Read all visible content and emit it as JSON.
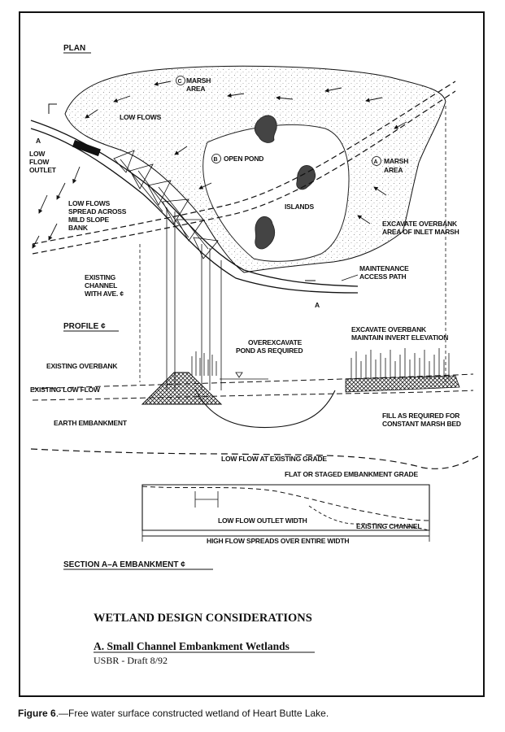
{
  "plan": {
    "heading": "PLAN",
    "marsh_c": "MARSH",
    "marsh_c_area": "AREA",
    "marsh_c_letter": "C",
    "low_flows": "LOW FLOWS",
    "open_pond": "OPEN POND",
    "open_pond_letter": "B",
    "marsh_a": "MARSH",
    "marsh_a_area": "AREA",
    "marsh_a_letter": "A",
    "islands": "ISLANDS",
    "low_flow_outlet": [
      "LOW",
      "FLOW",
      "OUTLET"
    ],
    "section_mark": "A",
    "low_flows_spread": [
      "LOW FLOWS",
      "SPREAD ACROSS",
      "MILD SLOPE",
      "BANK"
    ],
    "excavate_inlet": [
      "EXCAVATE OVERBANK",
      "AREA OF INLET MARSH"
    ],
    "existing_channel": [
      "EXISTING",
      "CHANNEL",
      "WITH AVE. ¢"
    ],
    "maintenance": [
      "MAINTENANCE",
      "ACCESS PATH"
    ]
  },
  "profile": {
    "heading": "PROFILE ¢",
    "overexcavate": [
      "OVEREXCAVATE",
      "POND AS REQUIRED"
    ],
    "excavate_invert": [
      "EXCAVATE OVERBANK",
      "MAINTAIN INVERT ELEVATION"
    ],
    "existing_overbank": "EXISTING OVERBANK",
    "existing_low_flow": "EXISTING LOW FLOW",
    "earth_embankment": "EARTH EMBANKMENT",
    "fill_required": [
      "FILL AS REQUIRED FOR",
      "CONSTANT MARSH BED"
    ]
  },
  "section": {
    "low_flow_grade": "LOW FLOW AT EXISTING GRADE",
    "flat_staged": "FLAT OR STAGED EMBANKMENT GRADE",
    "outlet_width": "LOW FLOW OUTLET WIDTH",
    "existing_channel": "EXISTING CHANNEL",
    "high_flow": "HIGH FLOW SPREADS OVER ENTIRE WIDTH",
    "heading": "SECTION A–A EMBANKMENT ¢"
  },
  "title_block": {
    "title": "WETLAND DESIGN CONSIDERATIONS",
    "subtitle": "A. Small Channel Embankment Wetlands",
    "source": "USBR - Draft 8/92"
  },
  "caption": {
    "figure_label": "Figure 6",
    "text": ".—Free water surface constructed wetland of Heart Butte Lake."
  }
}
